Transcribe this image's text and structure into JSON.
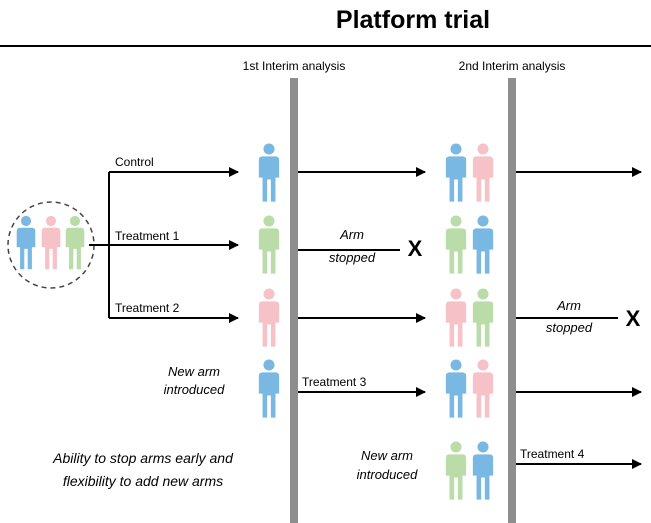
{
  "title": "Platform trial",
  "analyses": {
    "first": "1st Interim analysis",
    "second": "2nd Interim analysis"
  },
  "arms": {
    "control": "Control",
    "treatment_1": "Treatment 1",
    "treatment_2": "Treatment 2",
    "treatment_3": "Treatment 3",
    "treatment_4": "Treatment 4"
  },
  "annotations": {
    "arm_stopped_line1": "Arm",
    "arm_stopped_line2": "stopped",
    "new_arm_line1": "New arm",
    "new_arm_line2": "introduced",
    "stop_mark": "X",
    "footnote_line1": "Ability to stop arms early and",
    "footnote_line2": "flexibility to add new arms"
  },
  "colors": {
    "blue": "#7ab8e4",
    "pink": "#f6c2c8",
    "green": "#b9dca8",
    "gray_bar": "#8e8e8e",
    "line": "#000000"
  }
}
